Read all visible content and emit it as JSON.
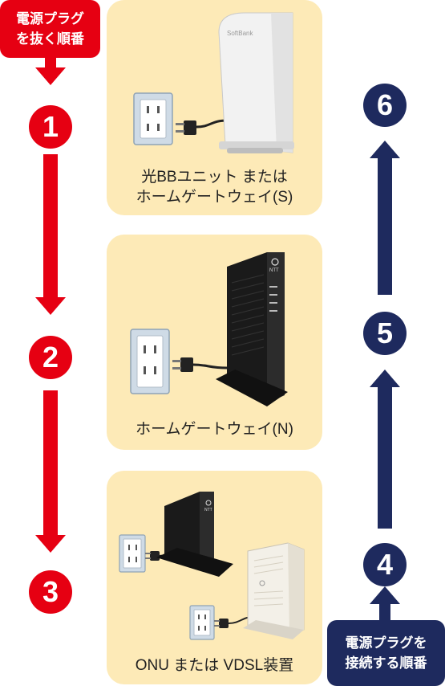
{
  "callouts": {
    "remove": {
      "line1": "電源プラグ",
      "line2": "を抜く順番"
    },
    "connect": {
      "line1": "電源プラグを",
      "line2": "接続する順番"
    }
  },
  "steps": {
    "remove": [
      "1",
      "2",
      "3"
    ],
    "connect": [
      "4",
      "5",
      "6"
    ]
  },
  "devices": {
    "hikari": {
      "line1": "光BBユニット または",
      "line2": "ホームゲートウェイ(S)",
      "brand": "SoftBank"
    },
    "hgw_n": {
      "label": "ホームゲートウェイ(N)",
      "brand": "NTT"
    },
    "onu": {
      "label": "ONU または VDSL装置",
      "brand": "NTT"
    }
  },
  "colors": {
    "red": "#e60012",
    "navy": "#1e2a5e",
    "card": "#fdeab7"
  }
}
